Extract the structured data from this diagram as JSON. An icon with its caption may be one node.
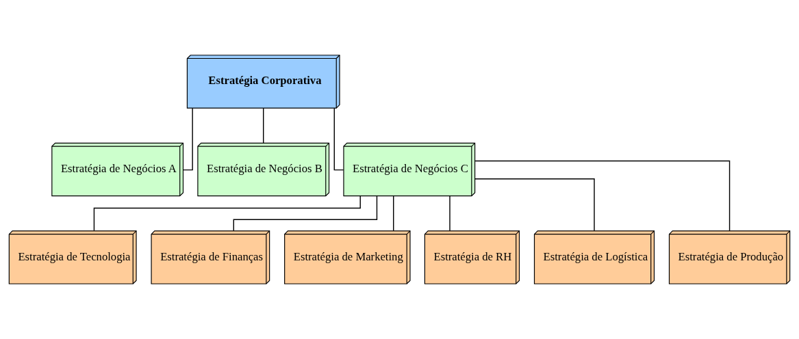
{
  "diagram": {
    "nodes": [
      {
        "text": [
          "Estratégia Corporativa"
        ]
      },
      {
        "text": [
          "Estratégia de Negócios A"
        ]
      },
      {
        "text": [
          "Estratégia de Negócios B"
        ]
      },
      {
        "text": [
          "Estratégia de Negócios C"
        ]
      },
      {
        "text": [
          "Estratégia de Tecnologia"
        ]
      },
      {
        "text": [
          "Estratégia de Finanças"
        ]
      },
      {
        "text": [
          "Estratégia de Marketing"
        ]
      },
      {
        "text": [
          "Estratégia de RH"
        ]
      },
      {
        "text": [
          "Estratégia de Logística"
        ]
      },
      {
        "text": [
          "Estratégia de Produção"
        ]
      }
    ],
    "edges": [
      {
        "from": 0,
        "to": 1,
        "arrow": "none"
      },
      {
        "from": 0,
        "to": 2,
        "arrow": "none"
      },
      {
        "from": 0,
        "to": 3,
        "arrow": "none"
      },
      {
        "from": 3,
        "to": 4,
        "arrow": "none"
      },
      {
        "from": 3,
        "to": 5,
        "arrow": "none"
      },
      {
        "from": 3,
        "to": 6,
        "arrow": "none"
      },
      {
        "from": 3,
        "to": 7,
        "arrow": "none"
      },
      {
        "from": 3,
        "to": 8,
        "arrow": "none"
      },
      {
        "from": 3,
        "to": 9,
        "arrow": "none"
      }
    ]
  }
}
